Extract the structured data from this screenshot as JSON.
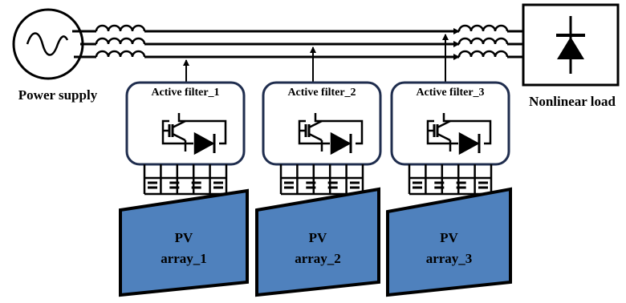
{
  "labels": {
    "power_supply": "Power supply",
    "nonlinear_load": "Nonlinear load"
  },
  "units": [
    {
      "filter_label": "Active filter_1",
      "pv_line1": "PV",
      "pv_line2": "array_1"
    },
    {
      "filter_label": "Active filter_2",
      "pv_line1": "PV",
      "pv_line2": "array_2"
    },
    {
      "filter_label": "Active filter_3",
      "pv_line1": "PV",
      "pv_line2": "array_3"
    }
  ],
  "colors": {
    "pv_panel_fill": "#4f81bd",
    "filter_border": "#1f2d4e",
    "line": "#000000"
  },
  "icons": {
    "source": "ac-sine-source-icon",
    "load": "diode-icon",
    "filter": "igbt-diode-icon",
    "coupling": "inductor-coil-icon"
  }
}
